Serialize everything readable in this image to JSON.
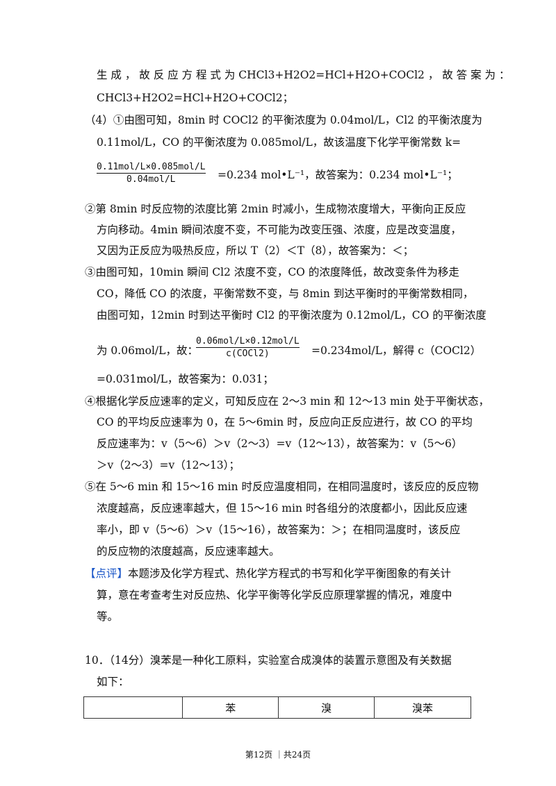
{
  "lines": {
    "l1": "生 成 ， 故 反 应 方 程 式 为 CHCl3+H2O2=HCl+H2O+COCl2 ， 故 答 案 为 ：",
    "l2": "CHCl3+H2O2=HCl+H2O+COCl2；",
    "l3": "（4）①由图可知，8min 时 COCl2 的平衡浓度为 0.04mol/L，Cl2 的平衡浓度为",
    "l4": "0.11mol/L，CO 的平衡浓度为 0.085mol/L，故该温度下化学平衡常数 k=",
    "l5_tail": "=0.234 mol•L⁻¹，故答案为：0.234 mol•L⁻¹；",
    "l6": "②第 8min 时反应物的浓度比第 2min 时减小，生成物浓度增大，平衡向正反应",
    "l7": "方向移动。4min 瞬间浓度不变，不可能为改变压强、浓度，应是改变温度，",
    "l8": "又因为正反应为吸热反应，所以 T（2）＜T（8），故答案为：＜；",
    "l9": "③由图可知，10min 瞬间 Cl2 浓度不变，CO 的浓度降低，故改变条件为移走",
    "l10": "CO，降低 CO 的浓度，平衡常数不变，与 8min 到达平衡时的平衡常数相同，",
    "l11": "由图可知，12min 时到达平衡时 Cl2 的平衡浓度为 0.12mol/L，CO 的平衡浓度",
    "l12_head": "为 0.06mol/L，故：",
    "l12_tail": "=0.234mol/L，解得 c（COCl2）",
    "l13": "=0.031mol/L，故答案为：0.031；",
    "l14": "④根据化学反应速率的定义，可知反应在 2～3 min 和 12～13 min 处于平衡状态，",
    "l15": "CO 的平均反应速率为 0，在 5～6min 时，反应向正反应进行，故 CO 的平均",
    "l16": "反应速率为：v（5～6）＞v（2～3）=v（12～13），故答案为：v（5～6）",
    "l17": "＞v（2～3）=v（12～13）；",
    "l18": "⑤在 5～6 min 和 15～16 min 时反应温度相同，在相同温度时，该反应的反应物",
    "l19": "浓度越高，反应速率越大，但 15～16 min 时各组分的浓度都小，因此反应速",
    "l20": "率小，即 v（5～6）＞v（15～16），故答案为：＞；在相同温度时，该反应",
    "l21": "的反应物的浓度越高，反应速率越大。",
    "review_tag": "【点评】",
    "l22": "本题涉及化学方程式、热化学方程式的书写和化学平衡图象的有关计",
    "l23": "算，意在考查考生对反应热、化学平衡等化学反应原理掌握的情况，难度中",
    "l24": "等。",
    "q10": "10．（14分）溴苯是一种化工原料，实验室合成溴体的装置示意图及有关数据",
    "q10b": "如下："
  },
  "frac1": {
    "num": "0.11mol/L×0.085mol/L",
    "den": "0.04mol/L"
  },
  "frac2": {
    "num": "0.06mol/L×0.12mol/L",
    "den": "c(COCl2)"
  },
  "table": {
    "headers": [
      "",
      "苯",
      "溴",
      "溴苯"
    ]
  },
  "footer": "第12页 ｜共24页"
}
